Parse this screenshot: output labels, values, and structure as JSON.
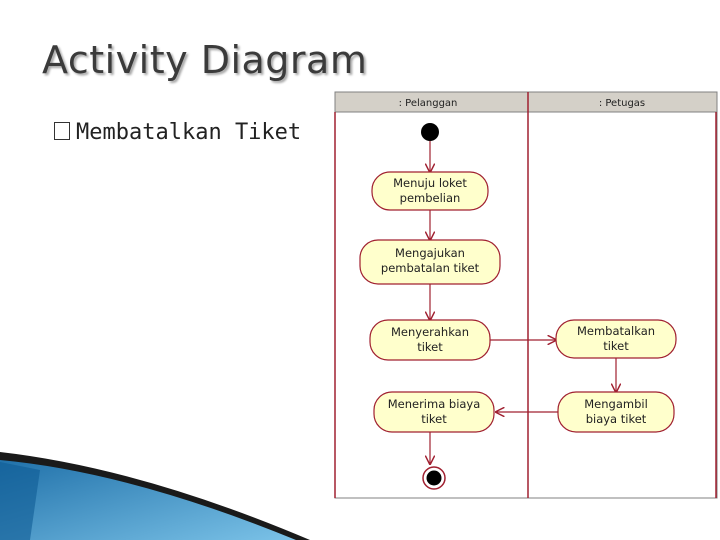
{
  "title": "Activity Diagram",
  "bullet": {
    "icon": "checkbox-bullet-icon",
    "text": "Membatalkan Tiket"
  },
  "diagram": {
    "lanes": [
      ": Pelanggan",
      ": Petugas"
    ],
    "activities": [
      {
        "lane": 0,
        "lines": [
          "Menuju loket",
          "pembelian"
        ]
      },
      {
        "lane": 0,
        "lines": [
          "Mengajukan",
          "pembatalan tiket"
        ]
      },
      {
        "lane": 0,
        "lines": [
          "Menyerahkan",
          "tiket"
        ]
      },
      {
        "lane": 1,
        "lines": [
          "Membatalkan",
          "tiket"
        ]
      },
      {
        "lane": 1,
        "lines": [
          "Mengambil",
          "biaya tiket"
        ]
      },
      {
        "lane": 0,
        "lines": [
          "Menerima biaya",
          "tiket"
        ]
      }
    ],
    "colors": {
      "activity_fill": "#ffffcc",
      "activity_stroke": "#a02030",
      "lane_line": "#a02030",
      "header_fill": "#d4d0c8"
    }
  }
}
